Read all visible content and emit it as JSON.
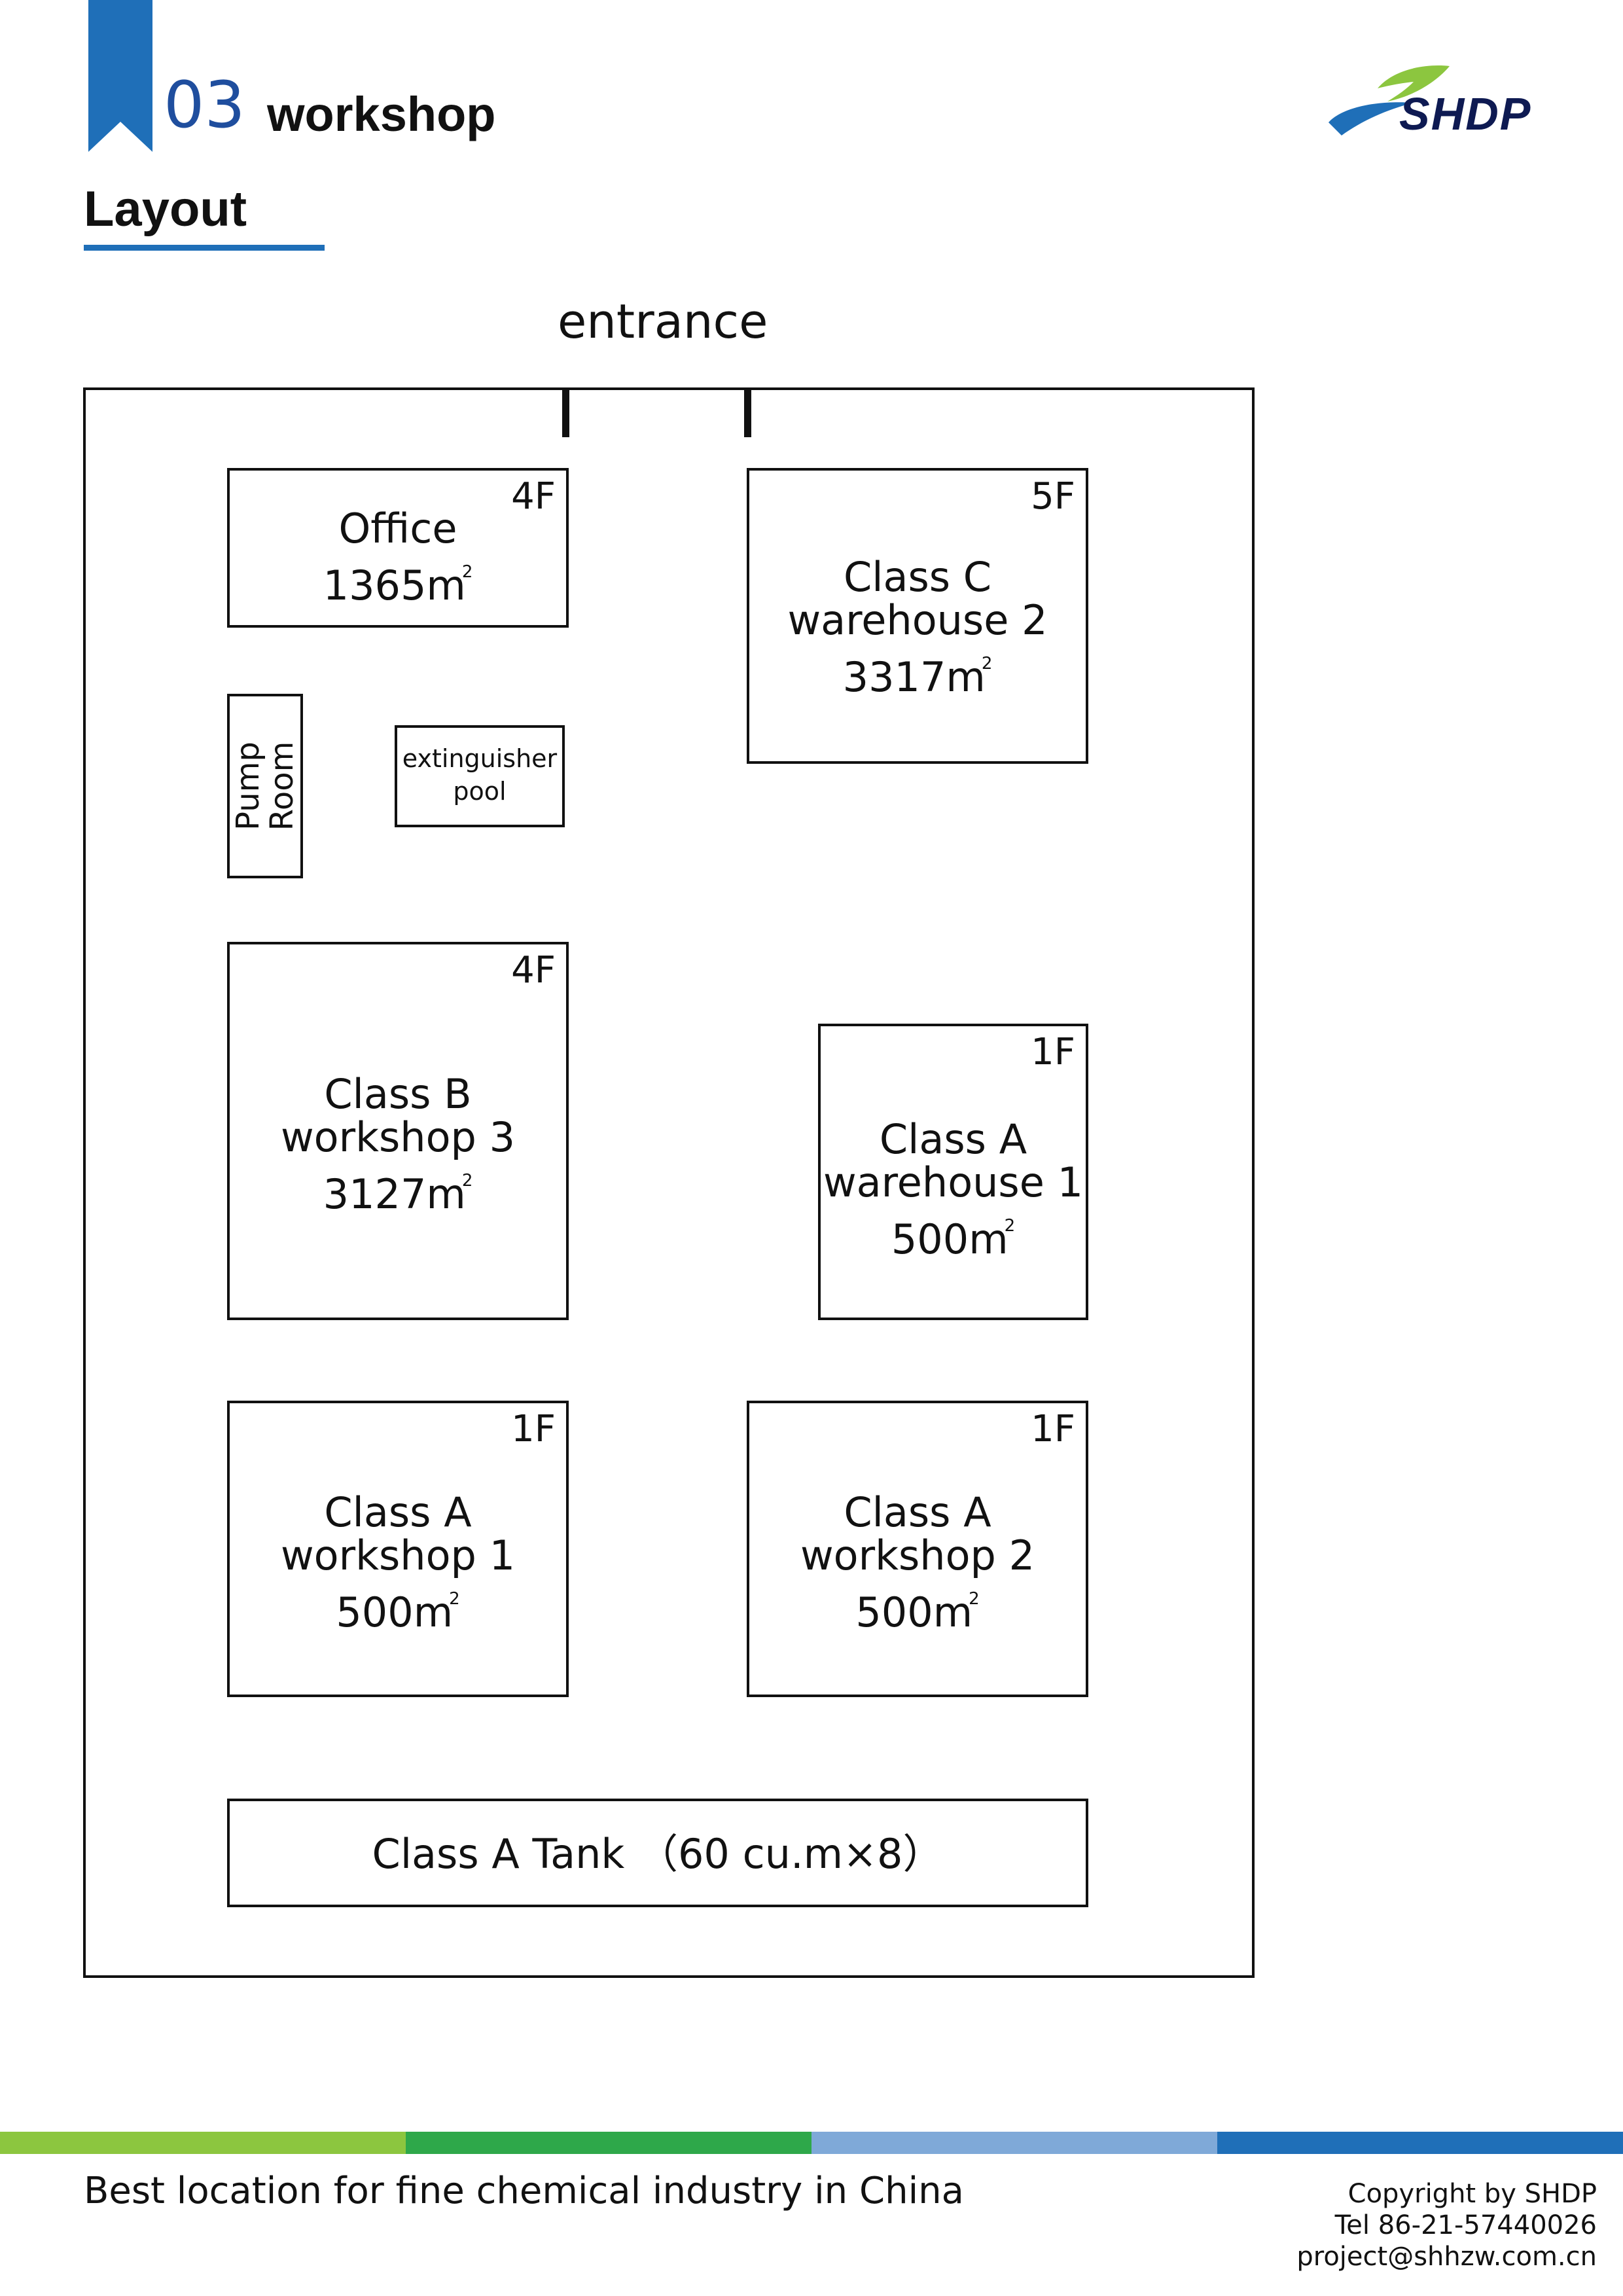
{
  "header": {
    "section_number": "03",
    "section_title": "workshop",
    "logo_text": "SHDP",
    "colors": {
      "bookmark": "#1f6fb8",
      "section_number": "#1f4e9e",
      "logo_navy": "#0e1a52",
      "logo_green": "#8cc63f",
      "logo_blue": "#1f6fb8"
    }
  },
  "subtitle": "Layout",
  "plan": {
    "entrance_label": "entrance",
    "office": {
      "name": "Office",
      "area": "1365m",
      "sup": "2",
      "floors": "4F"
    },
    "class_c_warehouse_2": {
      "line1": "Class C",
      "line2": "warehouse 2",
      "area": "3317m",
      "sup": "2",
      "floors": "5F"
    },
    "pump_room": {
      "line1": "Pump",
      "line2": "Room"
    },
    "extinguisher_pool": {
      "line1": "extinguisher",
      "line2": "pool"
    },
    "class_b_workshop_3": {
      "line1": "Class B",
      "line2": "workshop 3",
      "area": "3127m",
      "sup": "2",
      "floors": "4F"
    },
    "class_a_warehouse_1": {
      "line1": "Class A",
      "line2": "warehouse 1",
      "area": "500m",
      "sup": "2",
      "floors": "1F"
    },
    "class_a_workshop_1": {
      "line1": "Class A",
      "line2": "workshop 1",
      "area": "500m",
      "sup": "2",
      "floors": "1F"
    },
    "class_a_workshop_2": {
      "line1": "Class A",
      "line2": "workshop 2",
      "area": "500m",
      "sup": "2",
      "floors": "1F"
    },
    "tank": {
      "label": "Class A Tank （60 cu.m×8）"
    }
  },
  "footer": {
    "tagline": "Best location for fine chemical industry in China",
    "copyright": "Copyright by SHDP",
    "tel": "Tel 86-21-57440026",
    "email": "project@shhzw.com.cn",
    "bar_colors": [
      "#8cc63f",
      "#2ea84a",
      "#7fa9d8",
      "#1f6fb8"
    ]
  }
}
